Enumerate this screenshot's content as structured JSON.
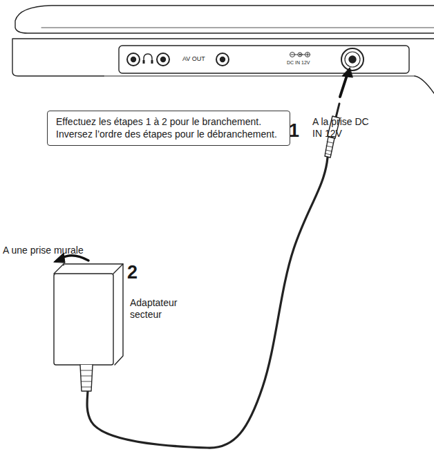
{
  "diagram": {
    "nodes": [
      {
        "text": [
          "Effectuez les étapes 1 à 2 pour le branchement.",
          "Inversez l’ordre des étapes pour le débranchement."
        ]
      }
    ],
    "labels": [
      "AV OUT",
      "DC IN 12V",
      "1",
      "A la prise DC IN 12V",
      "A une prise murale",
      "2",
      "Adaptateur secteur"
    ]
  }
}
